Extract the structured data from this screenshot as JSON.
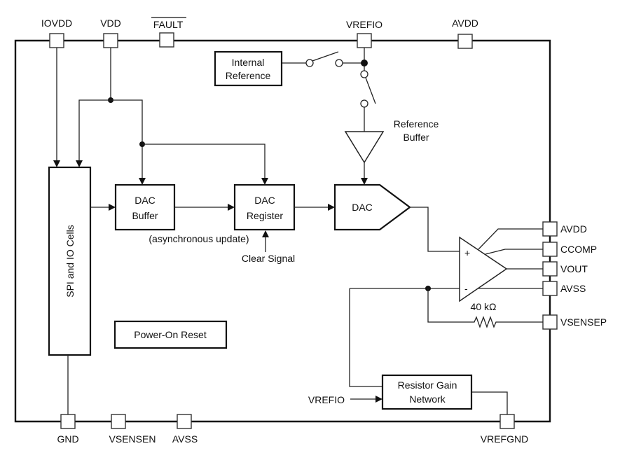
{
  "diagram": {
    "title": "DAC functional block diagram",
    "pins": {
      "top": [
        "IOVDD",
        "VDD",
        "FAULT",
        "VREFIO",
        "AVDD"
      ],
      "right": [
        "AVDD",
        "CCOMP",
        "VOUT",
        "AVSS",
        "VSENSEP"
      ],
      "bottom": [
        "GND",
        "VSENSEN",
        "AVSS",
        "VREFGND"
      ]
    },
    "fault_active_low": true,
    "blocks": {
      "internal_reference": [
        "Internal",
        "Reference"
      ],
      "reference_buffer_label": [
        "Reference",
        "Buffer"
      ],
      "spi_io": "SPI and IO Cells",
      "dac_buffer": [
        "DAC",
        "Buffer"
      ],
      "dac_register": [
        "DAC",
        "Register"
      ],
      "dac": "DAC",
      "power_on_reset": "Power-On Reset",
      "resistor_gain_network": [
        "Resistor Gain",
        "Network"
      ]
    },
    "annotations": {
      "async_update": "(asynchronous update)",
      "clear_signal": "Clear Signal",
      "resistor_value": "40 kΩ",
      "vrefio_input": "VREFIO",
      "opamp_plus": "+",
      "opamp_minus": "-"
    }
  }
}
